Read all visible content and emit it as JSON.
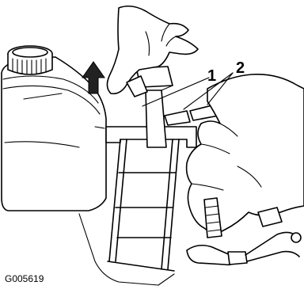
{
  "figure": {
    "id_label": "G005619",
    "callouts": [
      {
        "number": "1"
      },
      {
        "number": "2"
      }
    ]
  },
  "icons": {
    "arrow": "arrow-up-icon"
  }
}
